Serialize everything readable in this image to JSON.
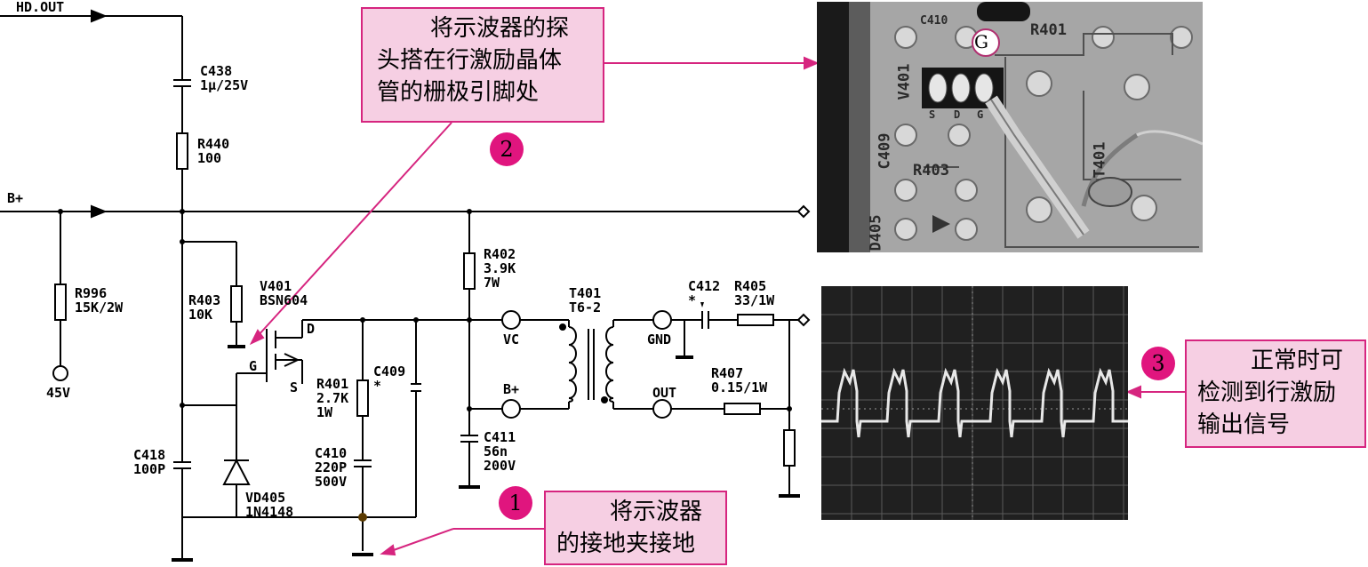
{
  "schematic": {
    "labels": {
      "hd_out": "HD.OUT",
      "c438": "C438\n1μ/25V",
      "r440": "R440\n100",
      "bplus_main": "B+",
      "r996": "R996\n15K/2W",
      "v45": "45V",
      "r403": "R403\n10K",
      "v401": "V401\nBSN604",
      "pin_d": "D",
      "pin_g": "G",
      "pin_s": "S",
      "r402": "R402\n3.9K\n7W",
      "t401": "T401\nT6-2",
      "vc": "VC",
      "bplus_t": "B+",
      "r401": "R401\n2.7K\n1W",
      "c409": "C409\n*",
      "c410": "C410\n220P\n500V",
      "c411": "C411\n56n\n200V",
      "c418": "C418\n100P",
      "vd405": "VD405\n1N4148",
      "gnd": "GND",
      "out": "OUT",
      "c412": "C412\n*",
      "r405": "R405\n33/1W",
      "r407": "R407\n0.15/1W"
    }
  },
  "callouts": {
    "probe_text": [
      "将示波器的探",
      "头搭在行激励晶体",
      "管的栅极引脚处"
    ],
    "ground_text": [
      "将示波器",
      "的接地夹接地"
    ],
    "signal_text": [
      "正常时可",
      "检测到行激励",
      "输出信号"
    ]
  },
  "badges": {
    "one": "1",
    "two": "2",
    "three": "3"
  },
  "photo": {
    "labels": {
      "c410": "C410",
      "r401": "R401",
      "v401": "V401",
      "s": "S",
      "d": "D",
      "g": "G",
      "c409": "C409",
      "r403": "R403",
      "t401": "T401",
      "d405": "D405"
    },
    "gate_marker": "G"
  },
  "colors": {
    "callout_fill": "#f6cfe3",
    "callout_border": "#d6257f",
    "arrow": "#d6257f",
    "badge": "#e0157e"
  }
}
